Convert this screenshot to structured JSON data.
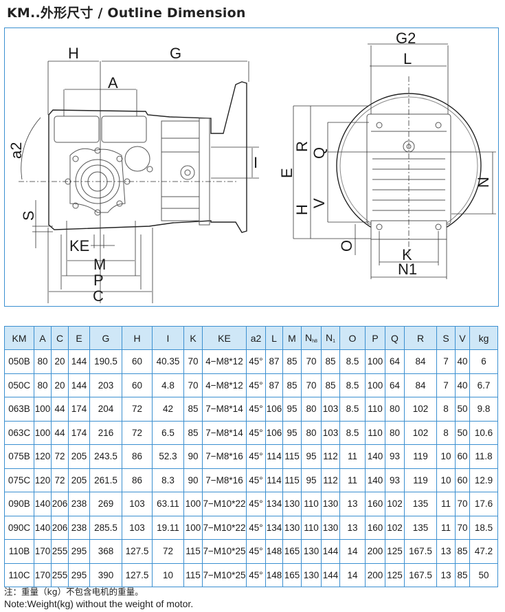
{
  "title": "KM..外形尺寸 / Outline Dimension",
  "drawing": {
    "side_view_labels": {
      "H": "H",
      "G": "G",
      "A": "A",
      "a2": "a2",
      "S": "S",
      "I": "I",
      "KE": "KE",
      "M": "M",
      "P": "P",
      "C": "C"
    },
    "front_view_labels": {
      "G2": "G2",
      "L": "L",
      "R": "R",
      "Q": "Q",
      "E": "E",
      "H": "H",
      "V": "V",
      "N": "N",
      "O": "O",
      "K": "K",
      "N1": "N1"
    }
  },
  "table": {
    "headers": [
      {
        "text": "KM"
      },
      {
        "text": "A"
      },
      {
        "text": "C"
      },
      {
        "text": "E"
      },
      {
        "text": "G"
      },
      {
        "text": "H"
      },
      {
        "text": "I"
      },
      {
        "text": "K"
      },
      {
        "text": "KE"
      },
      {
        "text": "a2"
      },
      {
        "text": "L"
      },
      {
        "text": "M"
      },
      {
        "text": "N",
        "sub": "h8"
      },
      {
        "text": "N",
        "sub": "1"
      },
      {
        "text": "O"
      },
      {
        "text": "P"
      },
      {
        "text": "Q"
      },
      {
        "text": "R"
      },
      {
        "text": "S"
      },
      {
        "text": "V"
      },
      {
        "text": "kg"
      }
    ],
    "rows": [
      [
        "050B",
        "80",
        "20",
        "144",
        "190.5",
        "60",
        "40.35",
        "70",
        "4−M8*12",
        "45°",
        "87",
        "85",
        "70",
        "85",
        "8.5",
        "100",
        "64",
        "84",
        "7",
        "40",
        "6"
      ],
      [
        "050C",
        "80",
        "20",
        "144",
        "203",
        "60",
        "4.8",
        "70",
        "4−M8*12",
        "45°",
        "87",
        "85",
        "70",
        "85",
        "8.5",
        "100",
        "64",
        "84",
        "7",
        "40",
        "6.7"
      ],
      [
        "063B",
        "100",
        "44",
        "174",
        "204",
        "72",
        "42",
        "85",
        "7−M8*14",
        "45°",
        "106",
        "95",
        "80",
        "103",
        "8.5",
        "110",
        "80",
        "102",
        "8",
        "50",
        "9.8"
      ],
      [
        "063C",
        "100",
        "44",
        "174",
        "216",
        "72",
        "6.5",
        "85",
        "7−M8*14",
        "45°",
        "106",
        "95",
        "80",
        "103",
        "8.5",
        "110",
        "80",
        "102",
        "8",
        "50",
        "10.6"
      ],
      [
        "075B",
        "120",
        "72",
        "205",
        "243.5",
        "86",
        "52.3",
        "90",
        "7−M8*16",
        "45°",
        "114",
        "115",
        "95",
        "112",
        "11",
        "140",
        "93",
        "119",
        "10",
        "60",
        "11.8"
      ],
      [
        "075C",
        "120",
        "72",
        "205",
        "261.5",
        "86",
        "8.3",
        "90",
        "7−M8*16",
        "45°",
        "114",
        "115",
        "95",
        "112",
        "11",
        "140",
        "93",
        "119",
        "10",
        "60",
        "12.9"
      ],
      [
        "090B",
        "140",
        "206",
        "238",
        "269",
        "103",
        "63.11",
        "100",
        "7−M10*22",
        "45°",
        "134",
        "130",
        "110",
        "130",
        "13",
        "160",
        "102",
        "135",
        "11",
        "70",
        "17.6"
      ],
      [
        "090C",
        "140",
        "206",
        "238",
        "285.5",
        "103",
        "19.11",
        "100",
        "7−M10*22",
        "45°",
        "134",
        "130",
        "110",
        "130",
        "13",
        "160",
        "102",
        "135",
        "11",
        "70",
        "18.5"
      ],
      [
        "110B",
        "170",
        "255",
        "295",
        "368",
        "127.5",
        "72",
        "115",
        "7−M10*25",
        "45°",
        "148",
        "165",
        "130",
        "144",
        "14",
        "200",
        "125",
        "167.5",
        "13",
        "85",
        "47.2"
      ],
      [
        "110C",
        "170",
        "255",
        "295",
        "390",
        "127.5",
        "10",
        "115",
        "7−M10*25",
        "45°",
        "148",
        "165",
        "130",
        "144",
        "14",
        "200",
        "125",
        "167.5",
        "13",
        "85",
        "50"
      ]
    ]
  },
  "notes": {
    "cn": "注：重量（kg）不包含电机的重量。",
    "en": "Note:Weight(kg) without the weight of motor."
  },
  "colors": {
    "border": "#3a8fd0",
    "header_bg": "#cfe7f7"
  }
}
